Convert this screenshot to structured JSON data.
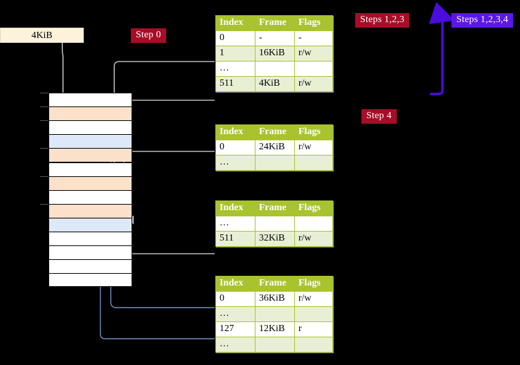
{
  "labels": {
    "steps_123": "Steps 1,2,3",
    "steps_1234": "Steps 1,2,3,4",
    "step_4": "Step 4",
    "step_0": "Step 0",
    "kib_box": "4KiB"
  },
  "colors": {
    "red_tag": "#a80d27",
    "blue_tag": "#5b17e8",
    "table_header": "#a9c32e",
    "table_alt_row": "#e9efd5",
    "highlight": "#ffff99",
    "mem_orange": "#fce1ca",
    "mem_blue": "#dde8f8",
    "kib_box": "#fdf3dc",
    "gray_wire": "#b3b3b3",
    "blue_wire": "#6f8fbf"
  },
  "columns": [
    "Index",
    "Frame",
    "Flags"
  ],
  "tables": [
    {
      "name": "pml4-table",
      "rows": [
        {
          "index": "0",
          "frame": "-",
          "flags": "-",
          "alt": false,
          "hl": false
        },
        {
          "index": "1",
          "frame": "16KiB",
          "flags": "r/w",
          "alt": true,
          "hl": false
        },
        {
          "index": "…",
          "frame": "",
          "flags": "",
          "alt": false,
          "hl": false
        },
        {
          "index": "511",
          "frame": "4KiB",
          "flags": "r/w",
          "alt": true,
          "hl": true
        }
      ]
    },
    {
      "name": "pdpt-table",
      "rows": [
        {
          "index": "0",
          "frame": "24KiB",
          "flags": "r/w",
          "alt": false,
          "hl": false
        },
        {
          "index": "…",
          "frame": "",
          "flags": "",
          "alt": true,
          "hl": false
        }
      ]
    },
    {
      "name": "pd-table",
      "rows": [
        {
          "index": "…",
          "frame": "",
          "flags": "",
          "alt": false,
          "hl": false
        },
        {
          "index": "511",
          "frame": "32KiB",
          "flags": "r/w",
          "alt": true,
          "hl": false
        }
      ]
    },
    {
      "name": "pt-table",
      "rows": [
        {
          "index": "0",
          "frame": "36KiB",
          "flags": "r/w",
          "alt": false,
          "hl": false
        },
        {
          "index": "…",
          "frame": "",
          "flags": "",
          "alt": true,
          "hl": false
        },
        {
          "index": "127",
          "frame": "12KiB",
          "flags": "r",
          "alt": false,
          "hl": false
        },
        {
          "index": "…",
          "frame": "",
          "flags": "",
          "alt": true,
          "hl": false
        }
      ]
    }
  ],
  "memory_rows": [
    {
      "fill": "white",
      "tick": true
    },
    {
      "fill": "orange",
      "tick": true
    },
    {
      "fill": "white",
      "tick": true
    },
    {
      "fill": "blue",
      "tick": false
    },
    {
      "fill": "orange",
      "tick": true
    },
    {
      "fill": "white",
      "tick": false
    },
    {
      "fill": "orange",
      "tick": true
    },
    {
      "fill": "white",
      "tick": false
    },
    {
      "fill": "orange",
      "tick": true
    },
    {
      "fill": "blue",
      "tick": false
    },
    {
      "fill": "white",
      "tick": false
    },
    {
      "fill": "white",
      "tick": false
    },
    {
      "fill": "white",
      "tick": false
    },
    {
      "fill": "white",
      "tick": false
    }
  ]
}
